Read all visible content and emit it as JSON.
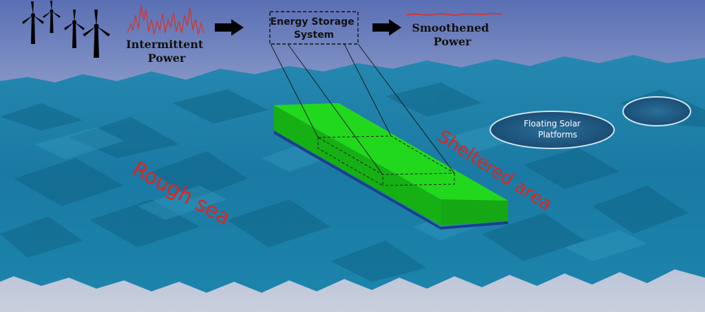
{
  "labels": {
    "intermittent_power": [
      "Intermittent",
      "Power"
    ],
    "energy_storage": [
      "Energy Storage",
      "System"
    ],
    "smoothened_power": [
      "Smoothened",
      "Power"
    ],
    "floating_solar": [
      "Floating Solar",
      "Platforms"
    ],
    "rough_sea": "Rough sea",
    "sheltered_area": "Sheltered area"
  },
  "colors": {
    "sky_top": "#5a6fb4",
    "sky_bottom": "#8b9bc9",
    "sea": "#1d83a8",
    "sea_dark": "#0f5f80",
    "platform_top": "#22d81d",
    "platform_side": "#16b015",
    "annotation_red": "#e0241f",
    "signal_red": "#d2342f"
  },
  "icons": [
    "wind-turbine-icon",
    "intermittent-signal-icon",
    "arrow-right-icon",
    "smooth-signal-icon"
  ]
}
